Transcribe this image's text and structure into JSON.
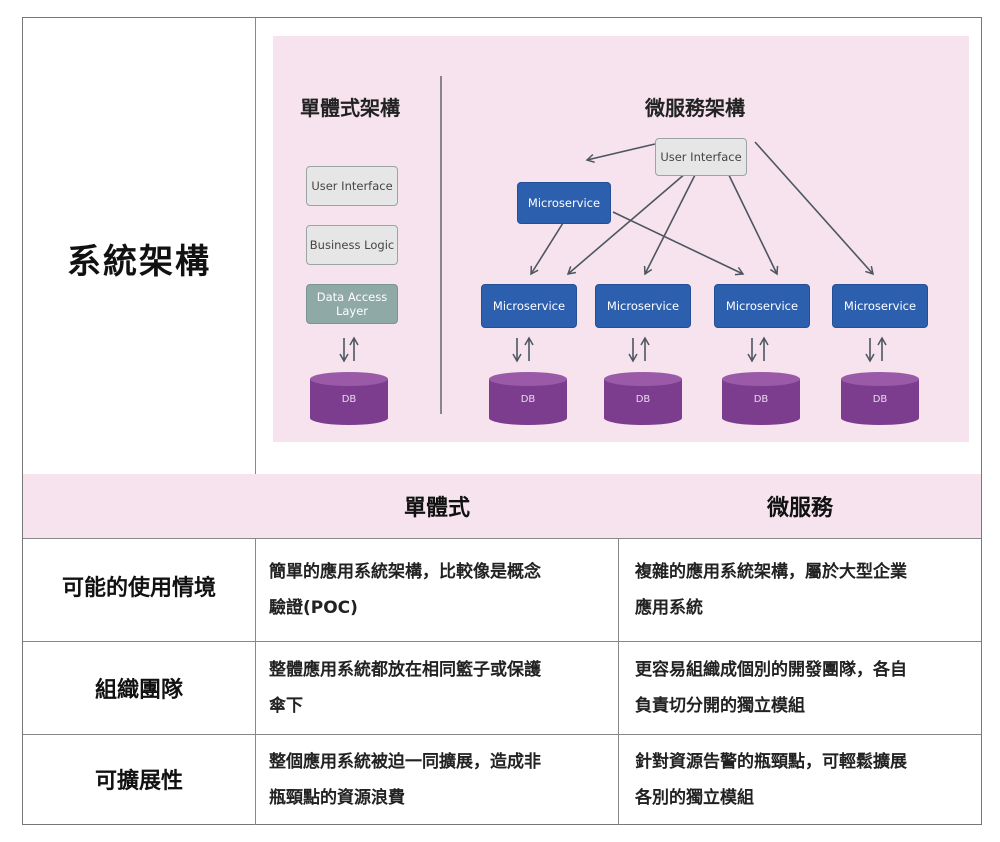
{
  "architecture": {
    "label": "系統架構",
    "diagram": {
      "monolith": {
        "title": "單體式架構",
        "layers": [
          "User Interface",
          "Business Logic",
          "Data Access\nLayer"
        ],
        "db": "DB"
      },
      "microservices": {
        "title": "微服務架構",
        "ui": "User Interface",
        "top_service": "Microservice",
        "services": [
          "Microservice",
          "Microservice",
          "Microservice",
          "Microservice"
        ],
        "dbs": [
          "DB",
          "DB",
          "DB",
          "DB"
        ]
      },
      "colors": {
        "background": "#f6e3ee",
        "service": "#2d5faf",
        "db": "#7d3d8e",
        "ui": "#e6e6e6",
        "data_layer": "#8fa9a6"
      }
    }
  },
  "comparison": {
    "headers": {
      "monolith": "單體式",
      "microservices": "微服務"
    },
    "rows": [
      {
        "label": "可能的使用情境",
        "monolith": [
          "簡單的應用系統架構，比較像是概念",
          "驗證(POC)"
        ],
        "microservices": [
          "複雜的應用系統架構，屬於大型企業",
          "應用系統"
        ]
      },
      {
        "label": "組織團隊",
        "monolith": [
          "整體應用系統都放在相同籃子或保護",
          "傘下"
        ],
        "microservices": [
          "更容易組織成個別的開發團隊，各自",
          "負責切分開的獨立模組"
        ]
      },
      {
        "label": "可擴展性",
        "monolith": [
          "整個應用系統被迫一同擴展，造成非",
          "瓶頸點的資源浪費"
        ],
        "microservices": [
          "針對資源告警的瓶頸點，可輕鬆擴展",
          "各別的獨立模組"
        ]
      }
    ]
  }
}
